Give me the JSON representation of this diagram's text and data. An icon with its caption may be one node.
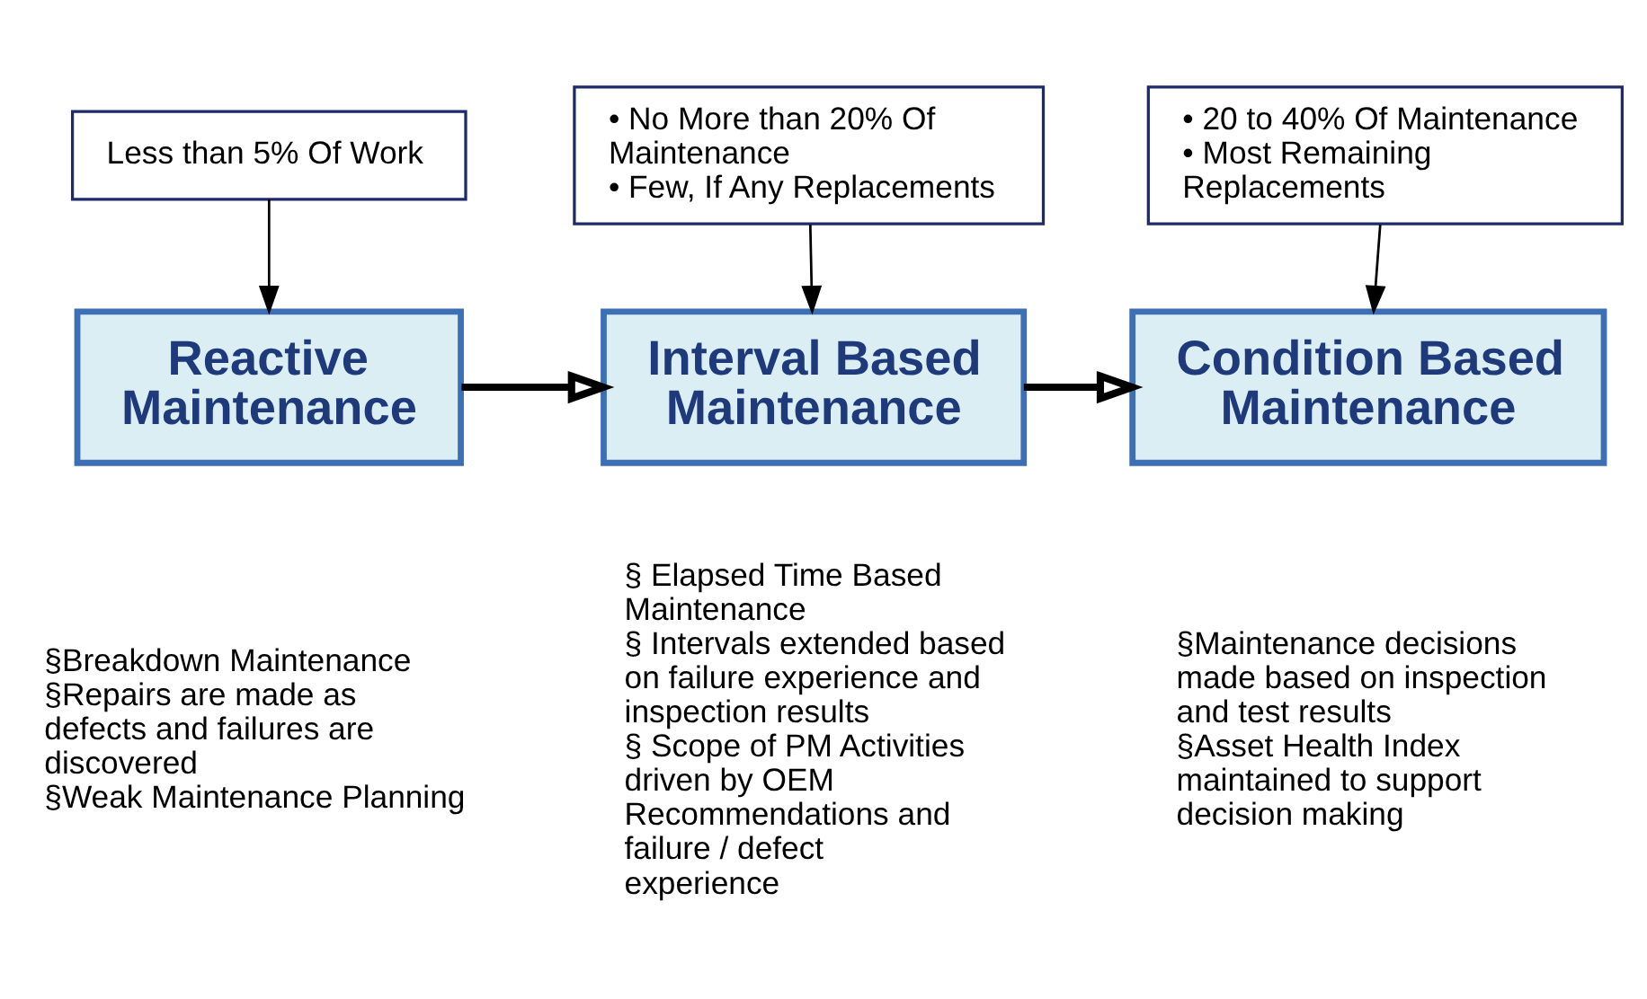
{
  "diagram": {
    "nodes": [
      {
        "text": [
          "Less than 5% Of Work"
        ]
      },
      {
        "text": [
          "• No More than 20% Of Maintenance",
          "• Few, If Any Replacements"
        ]
      },
      {
        "text": [
          "• 20 to 40% Of Maintenance",
          "• Most Remaining Replacements"
        ]
      },
      {
        "text": [
          "Reactive Maintenance"
        ],
        "beside": [
          "§Breakdown Maintenance",
          "§Repairs are made as defects and failures are discovered",
          "§Weak Maintenance Planning"
        ]
      },
      {
        "text": [
          "Interval Based Maintenance"
        ],
        "beside": [
          "§ Elapsed Time Based Maintenance",
          "§ Intervals extended based on failure experience and inspection results",
          "§ Scope of PM Activities driven by OEM Recommendations and failure / defect experience"
        ]
      },
      {
        "text": [
          "Condition Based Maintenance"
        ],
        "beside": [
          "§Maintenance decisions made based on inspection and test results",
          "§Asset Health Index maintained to support decision making"
        ]
      }
    ],
    "edges": [
      {
        "from": 0,
        "to": 3,
        "arrow": "to"
      },
      {
        "from": 1,
        "to": 4,
        "arrow": "to"
      },
      {
        "from": 2,
        "to": 5,
        "arrow": "to"
      },
      {
        "from": 3,
        "to": 4,
        "arrow": "to",
        "style": "thick"
      },
      {
        "from": 4,
        "to": 5,
        "arrow": "to",
        "style": "thick"
      }
    ]
  }
}
